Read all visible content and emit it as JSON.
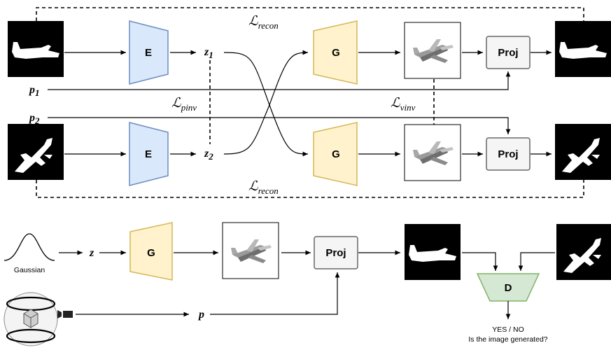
{
  "labels": {
    "encoder": "E",
    "generator": "G",
    "projector": "Proj",
    "discriminator": "D",
    "z1_base": "z",
    "z1_sub": "1",
    "z2_base": "z",
    "z2_sub": "2",
    "z": "z",
    "p1_base": "p",
    "p1_sub": "1",
    "p2_base": "p",
    "p2_sub": "2",
    "p": "p",
    "gaussian": "Gaussian",
    "answer": "YES / NO",
    "question": "Is the image generated?"
  },
  "losses": {
    "recon_top": {
      "base": "ℒ",
      "sub": "recon"
    },
    "recon_bottom": {
      "base": "ℒ",
      "sub": "recon"
    },
    "pinv": {
      "base": "ℒ",
      "sub": "pinv"
    },
    "vinv": {
      "base": "ℒ",
      "sub": "vinv"
    }
  },
  "colors": {
    "encoder_fill": "#dae8fc",
    "encoder_stroke": "#6c8ebf",
    "generator_fill": "#fff2cc",
    "generator_stroke": "#d6b656",
    "discriminator_fill": "#d5e8d4",
    "discriminator_stroke": "#82b366",
    "proj_fill": "#f5f5f5",
    "proj_stroke": "#666666"
  },
  "icons": {
    "silhouette": "airplane-silhouette-icon",
    "voxel": "voxel-airplane-icon",
    "camera": "camera-viewpoint-icon",
    "gaussian": "gaussian-curve-icon"
  }
}
